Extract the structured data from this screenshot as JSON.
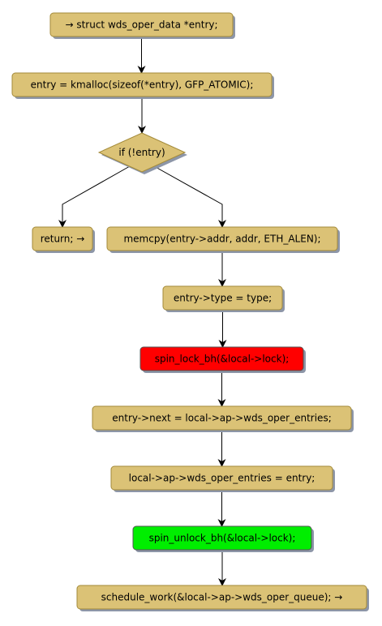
{
  "colors": {
    "default_fill": "#dbc276",
    "default_stroke": "#a38a39",
    "shadow": "#8d96a8",
    "lock_fill": "#ff0000",
    "unlock_fill": "#00ee00",
    "edge": "#000000"
  },
  "nodes": {
    "start": {
      "label": "→ struct wds_oper_data *entry;",
      "fill": "#dbc276"
    },
    "kmalloc": {
      "label": "entry = kmalloc(sizeof(*entry), GFP_ATOMIC);",
      "fill": "#dbc276"
    },
    "if_entry": {
      "label": "if (!entry)",
      "fill": "#dbc276"
    },
    "return": {
      "label": "return; →",
      "fill": "#dbc276"
    },
    "memcpy": {
      "label": "memcpy(entry->addr, addr, ETH_ALEN);",
      "fill": "#dbc276"
    },
    "set_type": {
      "label": "entry->type = type;",
      "fill": "#dbc276"
    },
    "spin_lock": {
      "label": "spin_lock_bh(&local->lock);",
      "fill": "#ff0000"
    },
    "set_next": {
      "label": "entry->next = local->ap->wds_oper_entries;",
      "fill": "#dbc276"
    },
    "set_entries": {
      "label": "local->ap->wds_oper_entries = entry;",
      "fill": "#dbc276"
    },
    "spin_unlock": {
      "label": "spin_unlock_bh(&local->lock);",
      "fill": "#00ee00"
    },
    "schedule": {
      "label": "schedule_work(&local->ap->wds_oper_queue); →",
      "fill": "#dbc276"
    }
  }
}
